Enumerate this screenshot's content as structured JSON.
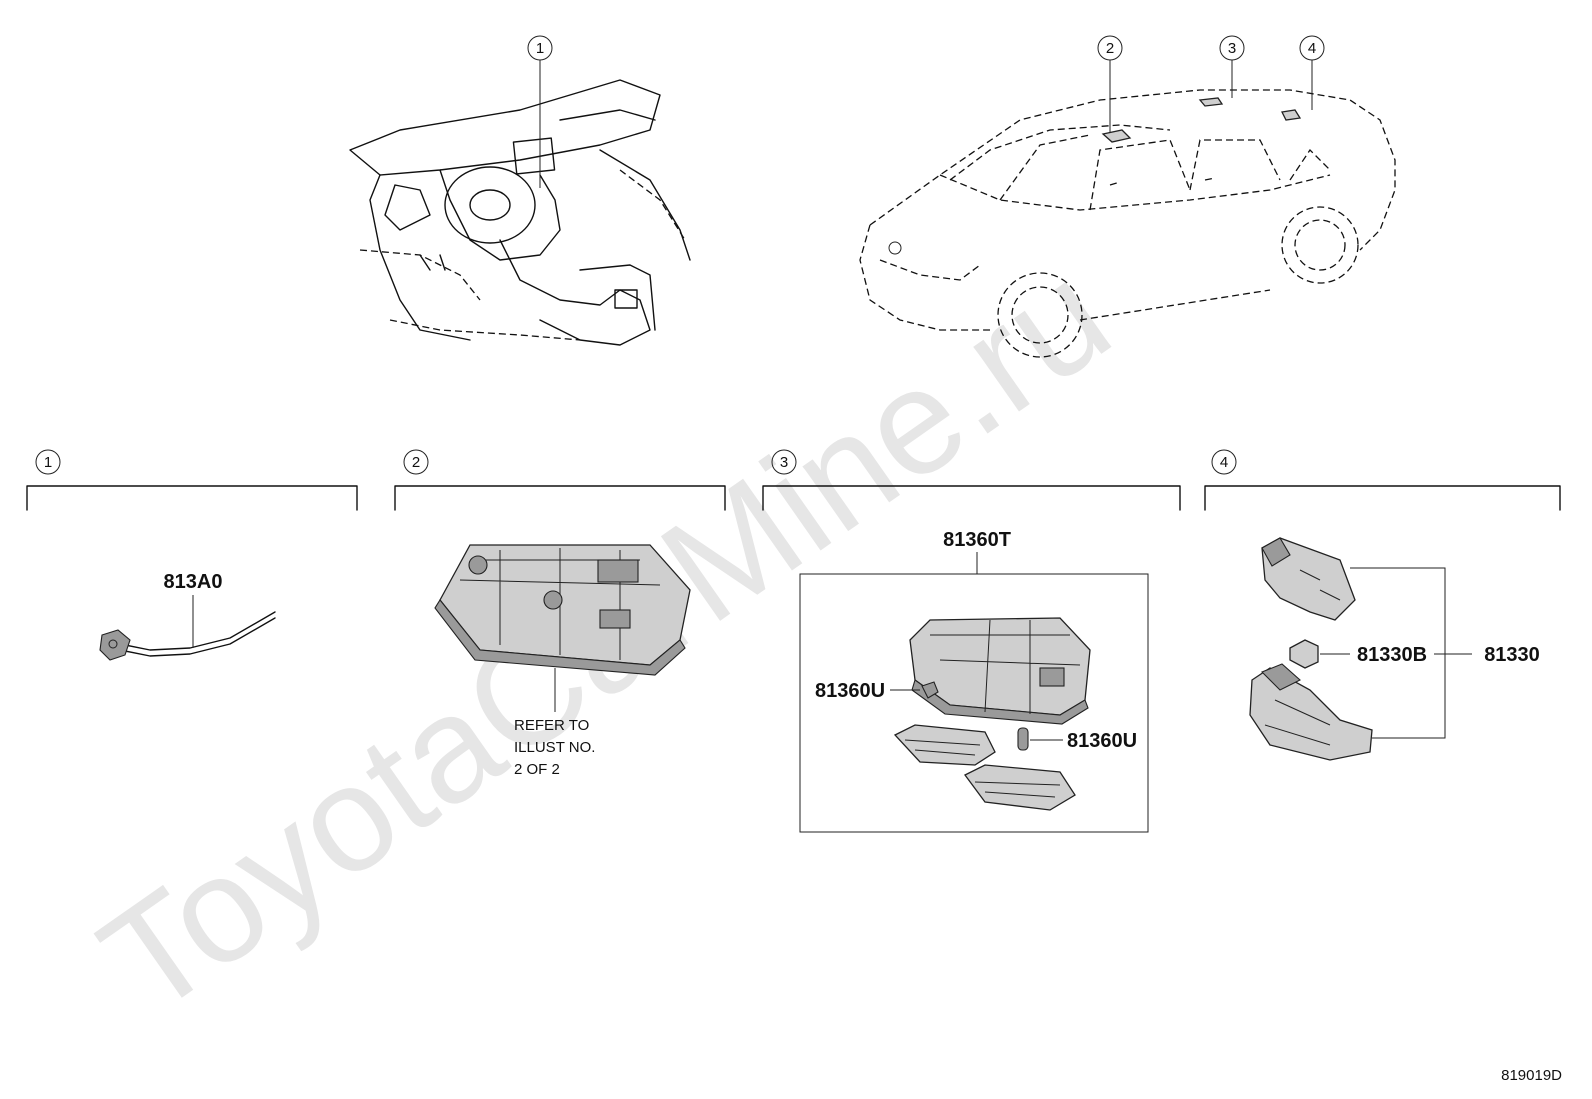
{
  "watermark": "ToyotaCarMine.ru",
  "figure_id": "819019D",
  "section_markers": [
    "1",
    "2",
    "3",
    "4"
  ],
  "parts": {
    "p813A0": "813A0",
    "p81360T": "81360T",
    "p81360U_left": "81360U",
    "p81360U_right": "81360U",
    "p81330B": "81330B",
    "p81330": "81330"
  },
  "refer_note": [
    "REFER TO",
    "ILLUST NO.",
    "2 OF 2"
  ]
}
